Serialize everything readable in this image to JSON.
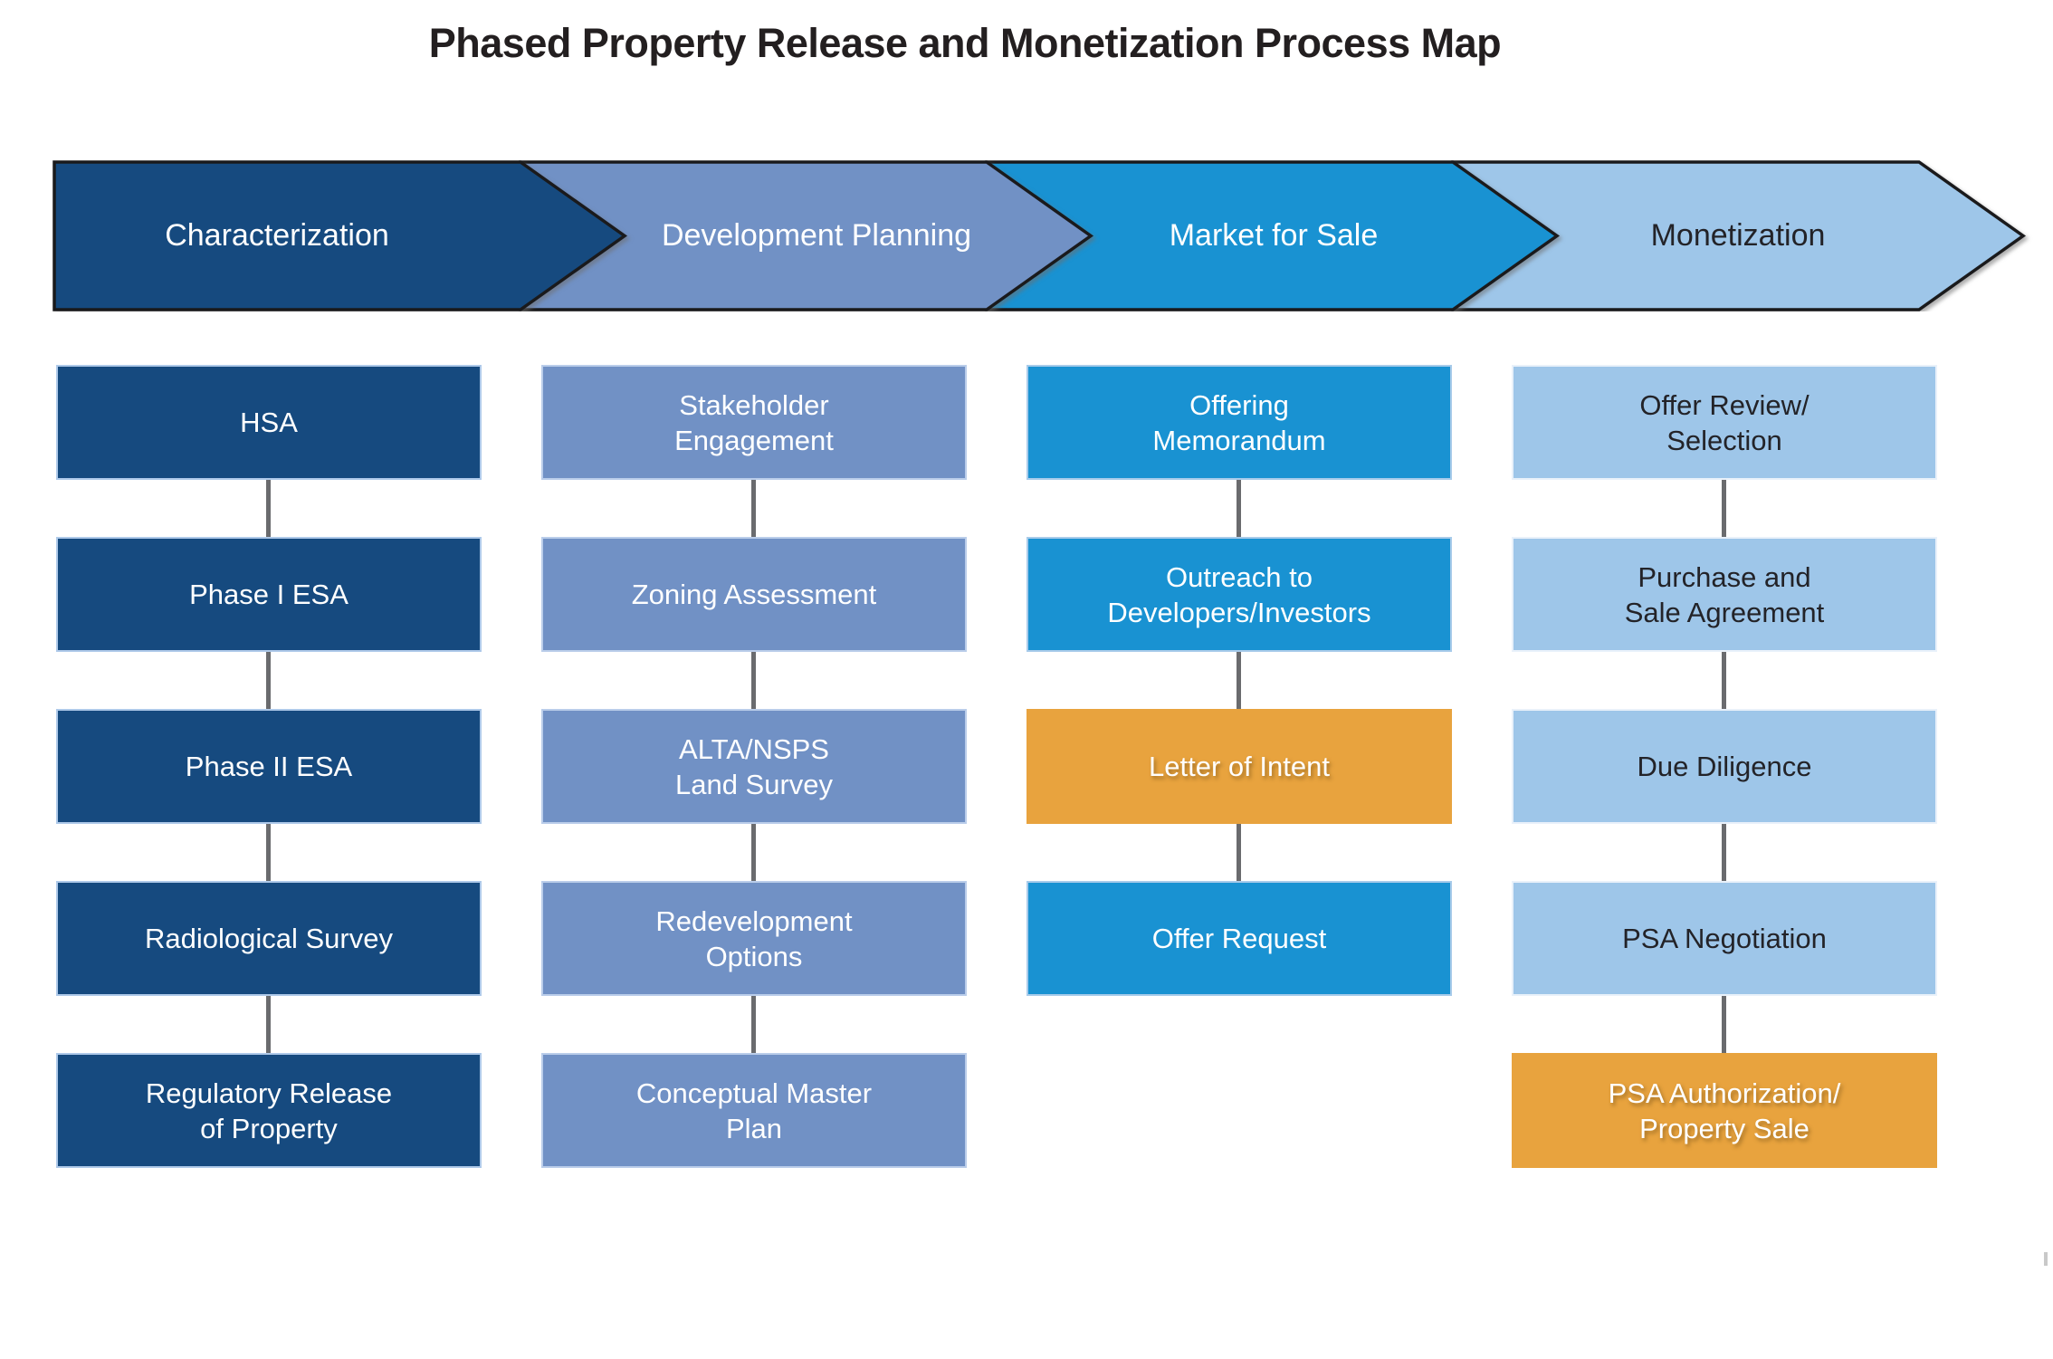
{
  "title": "Phased Property Release and Monetization Process Map",
  "colors": {
    "phase1_navy": "#164A7F",
    "phase2_slate": "#7191C5",
    "phase3_bright_blue": "#1992D2",
    "phase4_light_blue": "#9EC6E9",
    "highlight_orange": "#E8A33E",
    "arrow_outline": "#1A1A1C",
    "connector_gray": "#6A6B6E",
    "title_text": "#231F20",
    "dark_text": "#232328",
    "light_text": "#FFFFFF"
  },
  "phases": [
    {
      "label": "Characterization",
      "steps": [
        {
          "label": "HSA"
        },
        {
          "label": "Phase I ESA"
        },
        {
          "label": "Phase II ESA"
        },
        {
          "label": "Radiological Survey"
        },
        {
          "label": "Regulatory Release\nof Property"
        }
      ]
    },
    {
      "label": "Development Planning",
      "steps": [
        {
          "label": "Stakeholder\nEngagement"
        },
        {
          "label": "Zoning Assessment"
        },
        {
          "label": "ALTA/NSPS\nLand Survey"
        },
        {
          "label": "Redevelopment\nOptions"
        },
        {
          "label": "Conceptual Master\nPlan"
        }
      ]
    },
    {
      "label": "Market for Sale",
      "steps": [
        {
          "label": "Offering\nMemorandum"
        },
        {
          "label": "Outreach to\nDevelopers/Investors"
        },
        {
          "label": "Letter of Intent",
          "highlight": "orange"
        },
        {
          "label": "Offer Request"
        }
      ]
    },
    {
      "label": "Monetization",
      "steps": [
        {
          "label": "Offer Review/\nSelection"
        },
        {
          "label": "Purchase and\nSale Agreement"
        },
        {
          "label": "Due Diligence"
        },
        {
          "label": "PSA Negotiation"
        },
        {
          "label": "PSA Authorization/\nProperty Sale",
          "highlight": "orange"
        }
      ]
    }
  ]
}
